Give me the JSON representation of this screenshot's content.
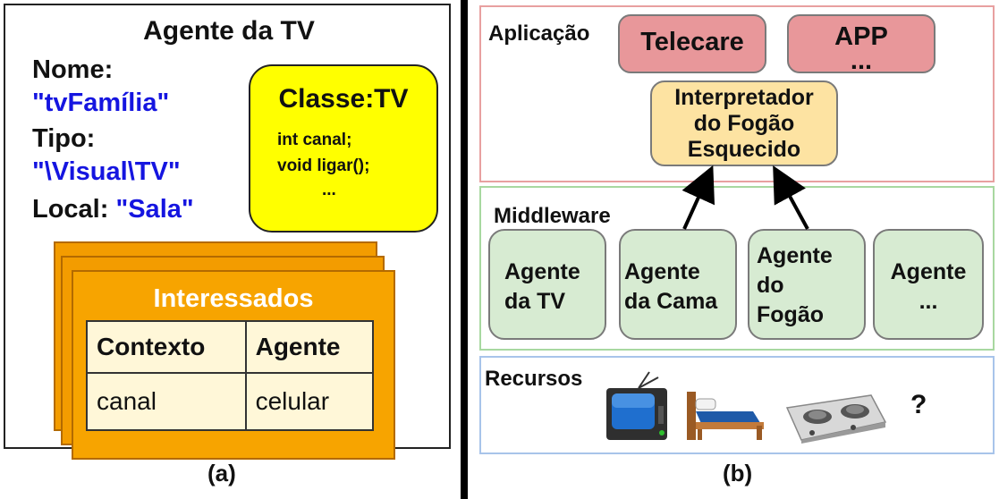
{
  "panel_a": {
    "title": "Agente da TV",
    "nome_label": "Nome:",
    "nome_value": "\"tvFamília\"",
    "tipo_label": "Tipo:",
    "tipo_value": "\"\\Visual\\TV\"",
    "local_label": "Local:",
    "local_value": "\"Sala\"",
    "class_box": {
      "title": "Classe:TV",
      "lines": [
        "int canal;",
        "void ligar();",
        "..."
      ]
    },
    "interessados": {
      "title": "Interessados",
      "headers": [
        "Contexto",
        "Agente"
      ],
      "rows": [
        [
          "canal",
          "celular"
        ]
      ]
    },
    "caption": "(a)"
  },
  "panel_b": {
    "aplicacao": {
      "label": "Aplicação",
      "boxes": [
        {
          "line1": "Telecare",
          "line2": ""
        },
        {
          "line1": "APP",
          "line2": "..."
        }
      ],
      "interpretador": [
        "Interpretador",
        "do Fogão",
        "Esquecido"
      ]
    },
    "middleware": {
      "label": "Middleware",
      "agents": [
        [
          "Agente",
          "da TV"
        ],
        [
          "Agente",
          "da Cama"
        ],
        [
          "Agente",
          "do",
          "Fogão"
        ],
        [
          "Agente",
          "..."
        ]
      ]
    },
    "recursos": {
      "label": "Recursos",
      "icons": [
        "tv-icon",
        "bed-icon",
        "stove-icon"
      ],
      "unknown": "?"
    },
    "caption": "(b)"
  },
  "colors": {
    "blue_text": "#1515e0",
    "class_yellow": "#ffff00",
    "interessados_orange": "#f7a400",
    "app_pink": "#e8979a",
    "interp_yellow": "#fde3a2",
    "agent_green": "#d7ebd2"
  }
}
